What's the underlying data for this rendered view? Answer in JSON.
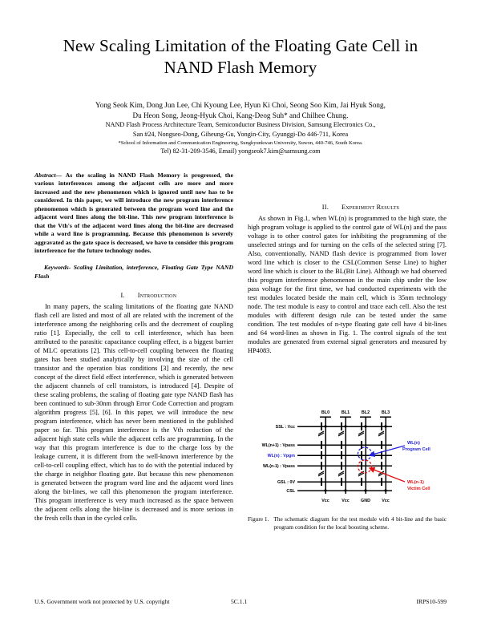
{
  "title": "New Scaling Limitation of the Floating Gate Cell in NAND Flash Memory",
  "authors": {
    "line1": "Yong Seok Kim, Dong Jun Lee, Chi Kyoung Lee, Hyun Ki Choi, Seong Soo Kim, Jai Hyuk Song,",
    "line2": "Du Heon Song, Jeong-Hyuk Choi, Kang-Deog Suh* and Chilhee Chung.",
    "affiliation1": "NAND Flash Process Architecture Team, Semiconductor Business Division, Samsung Electronics Co.,",
    "affiliation2": "San #24, Nongseo-Dong, Giheung-Gu, Yongin-City, Gyunggi-Do 446-711, Korea",
    "affiliation3": "*School of Information and Communication Engineering, Sungkyunkwan University, Suwon, 440-746, South Korea.",
    "contact": "Tel) 82-31-209-3546, Email) yongseok7.kim@samsung.com"
  },
  "abstract": {
    "lead": "Abstract— ",
    "text": "As the scaling in NAND Flash Memory is progressed, the various interferences among the adjacent cells are more and more increased and the new phenomenon which is ignored until now has to be considered. In this paper, we will introduce the new program interference phenomenon which is generated between the program word line and the adjacent word lines along the bit-line. This new program interference is that the Vth's of the adjacent word lines along the bit-line are decreased while a word line is programming. Because this phenomenon is severely aggravated as the gate space is decreased, we have to   consider this program interference for the future technology nodes.",
    "keywords": "Keywords- Scaling Limitation, interference, Floating Gate Type NAND Flash"
  },
  "sections": {
    "intro": {
      "number": "I.",
      "name": "Introduction",
      "paragraph1": "In many papers, the scaling limitations of the floating gate NAND flash cell are listed and most of all are related with the increment of the interference among the neighboring cells and the decrement of coupling ratio [1]. Especially, the cell to cell interference, which has been attributed to the parasitic capacitance coupling effect, is a biggest barrier of MLC operations [2]. This cell-to-cell coupling between the floating gates has been studied analytically by involving the size of the cell transistor and the operation bias conditions [3] and recently, the new concept of the direct field effect interference, which is generated between the adjacent channels of cell transistors, is introduced [4]. Despite of these scaling problems, the scaling of floating gate type NAND flash has been continued to sub-30nm through Error Code Correction and program algorithm progress [5], [6]. In this paper, we will introduce the new program interference, which has never been mentioned in the published paper so far. This program interference is the Vth reduction of the adjacent high state cells while the adjacent cells are programming. In the way that this program interference is due to the charge loss by the leakage current, it is different from the well-known interference by the cell-to-cell coupling effect, which has to do with the potential induced by the charge in neighbor floating gate. But because this new phenomenon is generated between the program word line and the adjacent word lines along the bit-lines, we call this phenomenon the program interference. This program interference is very much increased as the space between the adjacent cells along the bit-line is decreased and is more serious in the fresh cells than in the cycled cells."
    },
    "experiment": {
      "number": "II.",
      "name": "Experiment Results",
      "paragraph1": "As shown in Fig.1, when WL(n) is programmed to the high state, the high program voltage is applied to the control gate of WL(n) and the pass voltage is to other control gates for inhibiting the programming of the unselected strings and for turning on the cells of the selected string [7]. Also, conventionally, NAND flash device is programmed from lower word line which is closer to the CSL(Common Sense Line) to higher word line which is closer to the BL(Bit Line). Although we had observed this program interference phenomenon in the main chip under the low pass voltage for the first time, we had conducted experiments with the test modules located beside the main cell, which is 35nm technology node. The test module is easy to control and trace each cell. Also the test modules with different design rule can be tested under the same condition. The test modules of n-type floating gate cell have 4 bit-lines and 64 word-lines as shown in Fig. 1. The control signals of the test modules are generated from external signal generators and measured by HP4083."
    }
  },
  "figure": {
    "label": "Figure 1.",
    "caption": "The schematic diagram for the test module with 4 bit-line and the basic program condition for the local boosting scheme.",
    "bitlines": [
      "BL0",
      "BL1",
      "BL2",
      "BL3"
    ],
    "row_labels": [
      "SSL : Vcc",
      "WL(n+1) : Vpass",
      "WL(n) : Vpgm",
      "WL(n-1) : Vpass",
      "GSL : 0V",
      "CSL"
    ],
    "bottom_voltages": [
      "Vcc",
      "Vcc",
      "GND",
      "Vcc"
    ],
    "annotation_program": "WL(n)\nProgram Cell",
    "annotation_program_l1": "WL(n)",
    "annotation_program_l2": "Program Cell",
    "annotation_victim_l1": "WL(n-1)",
    "annotation_victim_l2": "Victim Cell",
    "color_program": "#2222dd",
    "color_victim": "#e11010"
  },
  "footer": {
    "left": "U.S. Government work not protected by U.S. copyright",
    "middle": "5C.1.1",
    "right": "IRPS10-599"
  }
}
